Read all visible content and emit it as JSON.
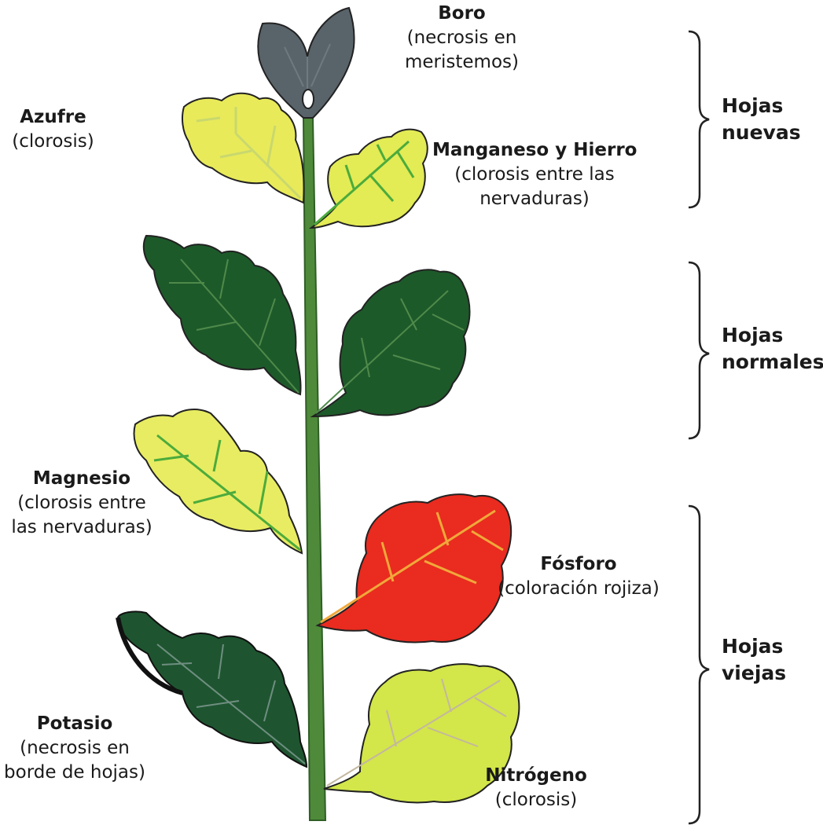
{
  "colors": {
    "stem": "#4e8a3a",
    "stem_dark": "#2f5e25",
    "boro": "#59646a",
    "azufre": "#e8ea5a",
    "manganeso": "#e3eb55",
    "normal": "#1d5a2a",
    "magnesio": "#e8ec62",
    "fosforo": "#ea2b1f",
    "potasio": "#1e5530",
    "nitrogeno": "#d3e64a",
    "vein_green": "#4cab3c",
    "vein_light": "#c9d86e",
    "vein_red": "#f0a83a",
    "outline": "#222222"
  },
  "labels": {
    "boro": {
      "name": "Boro",
      "desc1": "(necrosis en",
      "desc2": "meristemos)"
    },
    "azufre": {
      "name": "Azufre",
      "desc1": "(clorosis)"
    },
    "manganeso": {
      "name": "Manganeso y Hierro",
      "desc1": "(clorosis entre las",
      "desc2": "nervaduras)"
    },
    "magnesio": {
      "name": "Magnesio",
      "desc1": "(clorosis entre",
      "desc2": "las nervaduras)"
    },
    "fosforo": {
      "name": "Fósforo",
      "desc1": "(coloración rojiza)"
    },
    "potasio": {
      "name": "Potasio",
      "desc1": "(necrosis en",
      "desc2": "borde de hojas)"
    },
    "nitrogeno": {
      "name": "Nitrógeno",
      "desc1": "(clorosis)"
    }
  },
  "groups": {
    "nuevas": {
      "line1": "Hojas",
      "line2": "nuevas"
    },
    "normales": {
      "line1": "Hojas",
      "line2": "normales"
    },
    "viejas": {
      "line1": "Hojas",
      "line2": "viejas"
    }
  }
}
